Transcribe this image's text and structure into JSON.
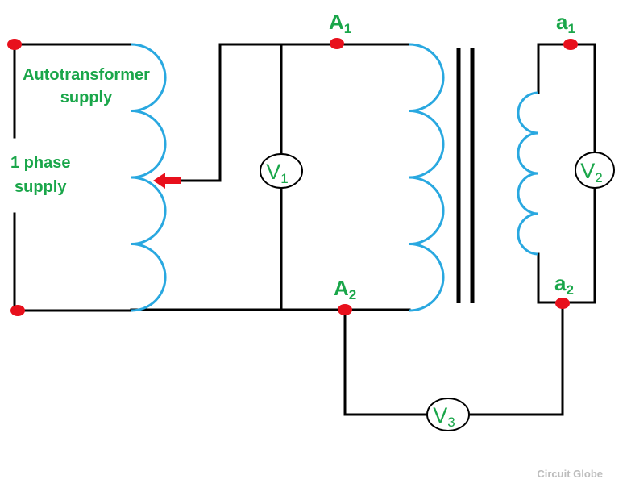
{
  "labels": {
    "autotransformer_line1": "Autotransformer",
    "autotransformer_line2": "supply",
    "phase_line1": "1 phase",
    "phase_line2": "supply",
    "A1": {
      "main": "A",
      "sub": "1"
    },
    "A2": {
      "main": "A",
      "sub": "2"
    },
    "a1": {
      "main": "a",
      "sub": "1"
    },
    "a2": {
      "main": "a",
      "sub": "2"
    }
  },
  "meters": {
    "V1": {
      "main": "V",
      "sub": "1"
    },
    "V2": {
      "main": "V",
      "sub": "2"
    },
    "V3": {
      "main": "V",
      "sub": "3"
    }
  },
  "watermark": "Circuit Globe",
  "colors": {
    "wire": "#000000",
    "coil": "#29a8e0",
    "terminal": "#e8101c",
    "label": "#1aa64a",
    "arrow": "#e8101c",
    "watermark": "#bdbdbd"
  }
}
